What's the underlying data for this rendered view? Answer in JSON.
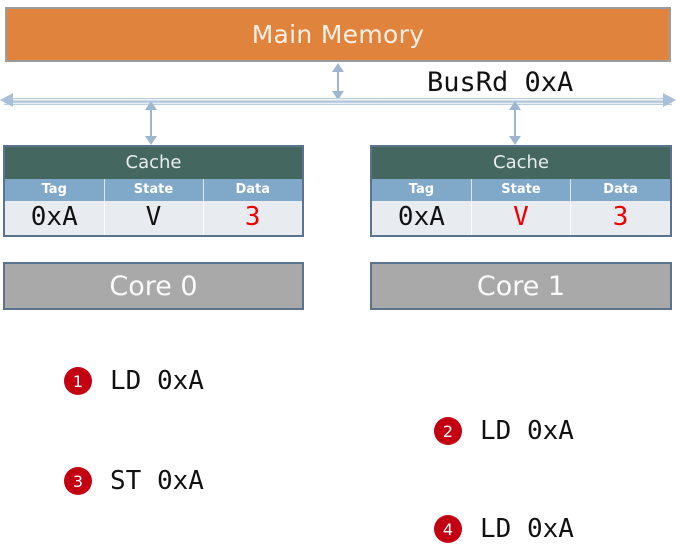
{
  "memory": {
    "label": "Main Memory"
  },
  "bus": {
    "message": "BusRd 0xA"
  },
  "caches": [
    {
      "title": "Cache",
      "columns": [
        "Tag",
        "State",
        "Data"
      ],
      "row": {
        "tag": "0xA",
        "state": "V",
        "data": "3"
      },
      "highlight": {
        "tag": false,
        "state": false,
        "data": true
      },
      "core_label": "Core 0"
    },
    {
      "title": "Cache",
      "columns": [
        "Tag",
        "State",
        "Data"
      ],
      "row": {
        "tag": "0xA",
        "state": "V",
        "data": "3"
      },
      "highlight": {
        "tag": false,
        "state": true,
        "data": true
      },
      "core_label": "Core 1"
    }
  ],
  "steps": [
    {
      "number": "1",
      "instruction": "LD 0xA"
    },
    {
      "number": "2",
      "instruction": "LD 0xA"
    },
    {
      "number": "3",
      "instruction": "ST 0xA"
    },
    {
      "number": "4",
      "instruction": "LD 0xA"
    }
  ],
  "colors": {
    "memory_fill": "#E0833C",
    "cache_header": "#44675F",
    "table_header": "#7FA8C9",
    "core_fill": "#A9A9A9",
    "badge": "#C20012",
    "highlight_text": "#EE0000",
    "bus_arrow": "#A9C0D8"
  }
}
